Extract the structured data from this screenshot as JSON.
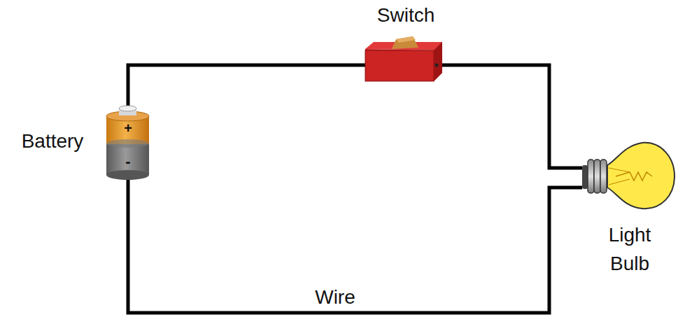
{
  "diagram": {
    "labels": [
      "Switch",
      "Battery",
      "+",
      "-",
      "Light Bulb",
      "Wire"
    ]
  }
}
